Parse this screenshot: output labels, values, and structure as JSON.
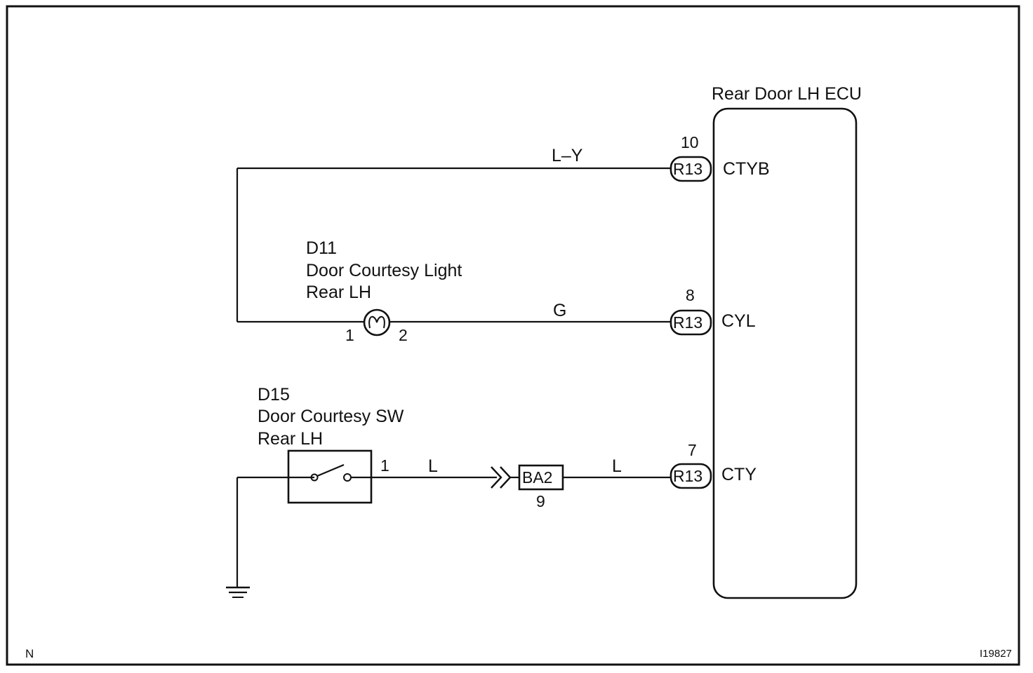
{
  "ecu": {
    "title": "Rear Door LH ECU",
    "pins": [
      {
        "number": "10",
        "connector": "R13",
        "terminal": "CTYB"
      },
      {
        "number": "8",
        "connector": "R13",
        "terminal": "CYL"
      },
      {
        "number": "7",
        "connector": "R13",
        "terminal": "CTY"
      }
    ]
  },
  "wires": {
    "top": "L–Y",
    "middle": "G",
    "bottom_left": "L",
    "bottom_right": "L"
  },
  "light": {
    "code": "D11",
    "name": "Door Courtesy Light",
    "location": "Rear LH",
    "pin_left": "1",
    "pin_right": "2"
  },
  "switch": {
    "code": "D15",
    "name": "Door Courtesy SW",
    "location": "Rear LH",
    "pin": "1"
  },
  "junction": {
    "connector": "BA2",
    "pin": "9"
  },
  "corner": {
    "left": "N",
    "right": "I19827"
  }
}
